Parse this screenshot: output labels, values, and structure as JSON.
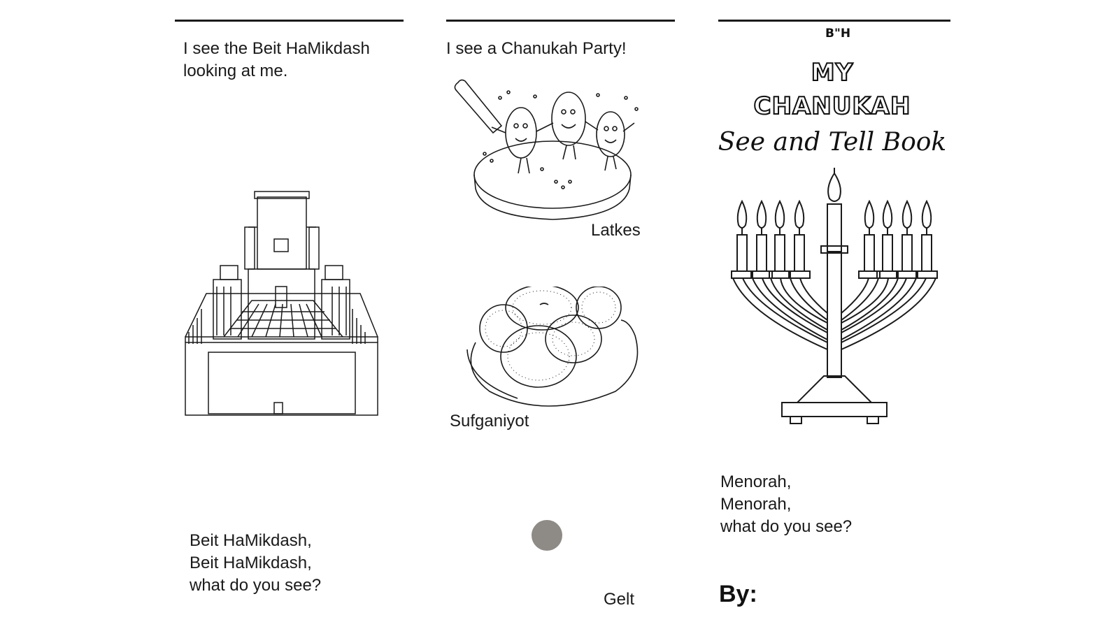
{
  "colors": {
    "ink": "#1a1a1a",
    "dot": "#8e8a86",
    "page": "#ffffff"
  },
  "panel_left": {
    "top_text": [
      "I see the Beit HaMikdash",
      "looking at me."
    ],
    "image_icon": "temple-drawing-icon",
    "bottom_text": [
      "Beit HaMikdash,",
      "Beit HaMikdash,",
      "what do you see?"
    ]
  },
  "panel_middle": {
    "top_text": "I see a Chanukah Party!",
    "latkes_icon": "latkes-pan-drawing-icon",
    "latkes_label": "Latkes",
    "sufganiyot_icon": "donuts-plate-drawing-icon",
    "sufganiyot_label": "Sufganiyot",
    "dot_icon": "gray-circle-icon",
    "gelt_label": "Gelt"
  },
  "panel_right": {
    "bh": "B\"H",
    "title_line1": "MY",
    "title_line2": "CHANUKAH",
    "subtitle": "See and Tell Book",
    "image_icon": "menorah-drawing-icon",
    "bottom_text": [
      "Menorah,",
      "Menorah,",
      "what do you see?"
    ],
    "by_label": "By:"
  }
}
